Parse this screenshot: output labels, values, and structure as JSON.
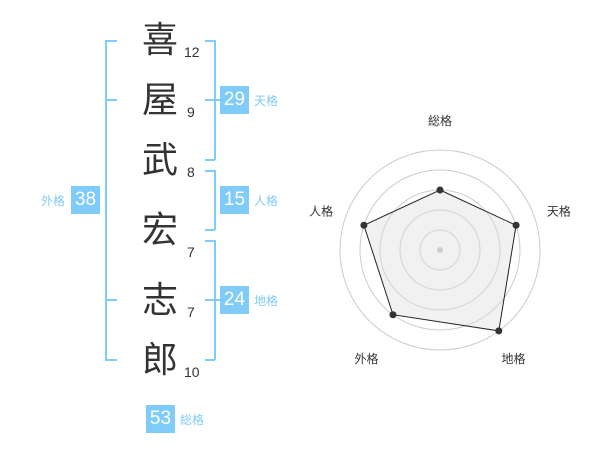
{
  "name_chars": [
    {
      "char": "喜",
      "strokes": "12"
    },
    {
      "char": "屋",
      "strokes": "9"
    },
    {
      "char": "武",
      "strokes": "8"
    },
    {
      "char": "宏",
      "strokes": "7"
    },
    {
      "char": "志",
      "strokes": "7"
    },
    {
      "char": "郎",
      "strokes": "10"
    }
  ],
  "kaku": {
    "tenkaku": {
      "value": "29",
      "label": "天格"
    },
    "jinkaku": {
      "value": "15",
      "label": "人格"
    },
    "chikaku": {
      "value": "24",
      "label": "地格"
    },
    "gaikaku": {
      "value": "38",
      "label": "外格"
    },
    "soukaku": {
      "value": "53",
      "label": "総格"
    }
  },
  "colors": {
    "accent": "#7fcbf9"
  },
  "chart_data": {
    "type": "radar",
    "axes": [
      "総格",
      "天格",
      "地格",
      "外格",
      "人格"
    ],
    "values": [
      3,
      4,
      5,
      4,
      4
    ],
    "range": [
      0,
      5
    ],
    "rings": 5
  }
}
